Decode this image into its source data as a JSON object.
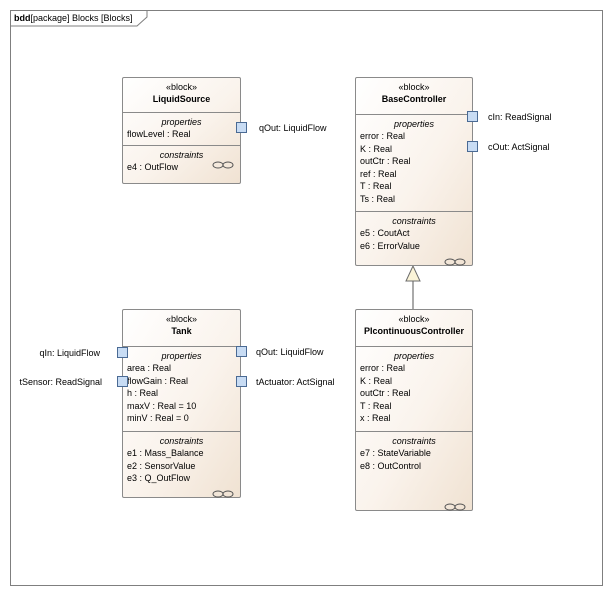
{
  "frame": {
    "kind": "bdd",
    "title": "[package] Blocks [Blocks]"
  },
  "blocks": [
    {
      "stereotype": "«block»",
      "name": "LiquidSource",
      "properties_title": "properties",
      "properties": [
        "flowLevel : Real"
      ],
      "constraints_title": "constraints",
      "constraints": [
        "e4 : OutFlow"
      ]
    },
    {
      "stereotype": "«block»",
      "name": "BaseController",
      "properties_title": "properties",
      "properties": [
        "error : Real",
        "K : Real",
        "outCtr : Real",
        "ref : Real",
        "T : Real",
        "Ts : Real"
      ],
      "constraints_title": "constraints",
      "constraints": [
        "e5 : CoutAct",
        "e6 : ErrorValue"
      ]
    },
    {
      "stereotype": "«block»",
      "name": "Tank",
      "properties_title": "properties",
      "properties": [
        "area : Real",
        "flowGain : Real",
        "h : Real",
        "maxV : Real = 10",
        "minV : Real = 0"
      ],
      "constraints_title": "constraints",
      "constraints": [
        "e1 : Mass_Balance",
        "e2 : SensorValue",
        "e3 : Q_OutFlow"
      ]
    },
    {
      "stereotype": "«block»",
      "name": "PIcontinuousController",
      "properties_title": "properties",
      "properties": [
        "error : Real",
        "K : Real",
        "outCtr : Real",
        "T : Real",
        "x : Real"
      ],
      "constraints_title": "constraints",
      "constraints": [
        "e7 : StateVariable",
        "e8 : OutControl"
      ]
    }
  ],
  "ports": {
    "liquidsource_qout": "qOut: LiquidFlow",
    "basecontroller_cin": "cIn: ReadSignal",
    "basecontroller_cout": "cOut: ActSignal",
    "tank_qin": "qIn: LiquidFlow",
    "tank_tsensor": "tSensor: ReadSignal",
    "tank_qout": "qOut: LiquidFlow",
    "tank_tactuator": "tActuator: ActSignal"
  }
}
